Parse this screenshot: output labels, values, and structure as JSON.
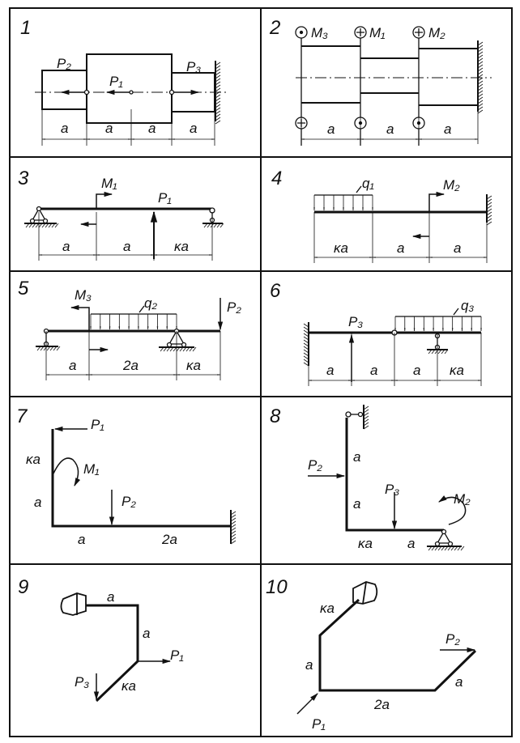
{
  "panels": [
    {
      "number": "1",
      "labels": {
        "p2": "P₂",
        "p1": "P₁",
        "p3": "P₃",
        "d1": "a",
        "d2": "a",
        "d3": "a",
        "d4": "a"
      }
    },
    {
      "number": "2",
      "labels": {
        "m3": "M₃",
        "m1": "M₁",
        "m2": "M₂",
        "d1": "a",
        "d2": "a",
        "d3": "a"
      }
    },
    {
      "number": "3",
      "labels": {
        "m1": "M₁",
        "p1": "P₁",
        "d1": "a",
        "d2": "a",
        "d3": "κa"
      }
    },
    {
      "number": "4",
      "labels": {
        "q1": "q₁",
        "m2": "M₂",
        "d1": "κa",
        "d2": "a",
        "d3": "a"
      }
    },
    {
      "number": "5",
      "labels": {
        "m3": "M₃",
        "q2": "q₂",
        "p2": "P₂",
        "d1": "a",
        "d2": "2a",
        "d3": "κa"
      }
    },
    {
      "number": "6",
      "labels": {
        "p3": "P₃",
        "q3": "q₃",
        "d1": "a",
        "d2": "a",
        "d3": "a",
        "d4": "κa"
      }
    },
    {
      "number": "7",
      "labels": {
        "p1": "P₁",
        "m1": "M₁",
        "p2": "P₂",
        "s1": "κa",
        "s2": "a",
        "s3": "a",
        "s4": "2a"
      }
    },
    {
      "number": "8",
      "labels": {
        "p2": "P₂",
        "p3": "P₃",
        "m2": "M₂",
        "s1": "a",
        "s2": "a",
        "s3": "κa",
        "s4": "a"
      }
    },
    {
      "number": "9",
      "labels": {
        "p1": "P₁",
        "p3": "P₃",
        "s1": "a",
        "s2": "a",
        "s3": "κa"
      }
    },
    {
      "number": "10",
      "labels": {
        "p1": "P₁",
        "p2": "P₂",
        "s1": "κa",
        "s2": "a",
        "s3": "2a",
        "s4": "a"
      }
    }
  ]
}
